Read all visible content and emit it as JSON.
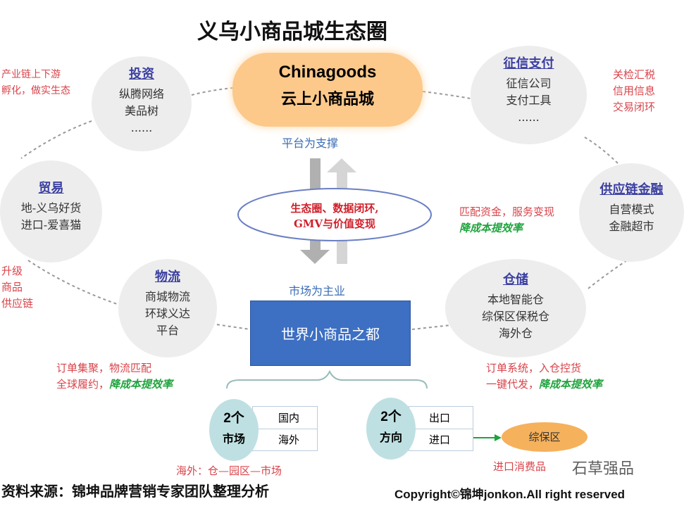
{
  "title": "义乌小商品城生态圈",
  "cloud": {
    "line1": "Chinagoods",
    "line2": "云上小商品城"
  },
  "platform_label": "平台为支撑",
  "center_ellipse": {
    "line1": "生态圈、数据闭环,",
    "line2": "GMV与价值变现"
  },
  "market_label": "市场为主业",
  "main_box": "世界小商品之都",
  "nodes": {
    "invest": {
      "title": "投资",
      "items": [
        "纵腾网络",
        "美品树",
        "......"
      ]
    },
    "credit": {
      "title": "征信支付",
      "items": [
        "征信公司",
        "支付工具",
        "......"
      ]
    },
    "trade": {
      "title": "贸易",
      "items": [
        "地-义乌好货",
        "进口-爱喜猫"
      ]
    },
    "supply": {
      "title": "供应链金融",
      "items": [
        "自营模式",
        "金融超市"
      ]
    },
    "logistics": {
      "title": "物流",
      "items": [
        "商城物流",
        "环球义达",
        "平台"
      ]
    },
    "storage": {
      "title": "仓储",
      "items": [
        "本地智能仓",
        "综保区保税仓",
        "海外仓"
      ]
    }
  },
  "notes": {
    "invest": [
      "产业链上下游",
      "孵化，做实生态"
    ],
    "credit": [
      "关检汇税",
      "信用信息",
      "交易闭环"
    ],
    "trade": [
      "升级",
      "商品",
      "供应链"
    ],
    "supply": {
      "red": "匹配资金，服务变现",
      "green": "降成本提效率"
    },
    "logistics": {
      "line1": "订单集聚，物流匹配",
      "line2_red": "全球履约，",
      "line2_green": "降成本提效率"
    },
    "storage": {
      "line1": "订单系统，入仓控货",
      "line2_red": "一键代发，",
      "line2_green": "降成本提效率"
    }
  },
  "markets": {
    "badge_num": "2个",
    "badge_label": "市场",
    "items": [
      "国内",
      "海外"
    ],
    "note": "海外：仓—园区—市场"
  },
  "directions": {
    "badge_num": "2个",
    "badge_label": "方向",
    "items": [
      "出口",
      "进口"
    ],
    "target": "综保区",
    "note": "进口消费品"
  },
  "source": "资料来源：锦坤品牌营销专家团队整理分析",
  "copyright": "Copyright©锦坤jonkon.All right reserved",
  "watermark": "石草强品"
}
